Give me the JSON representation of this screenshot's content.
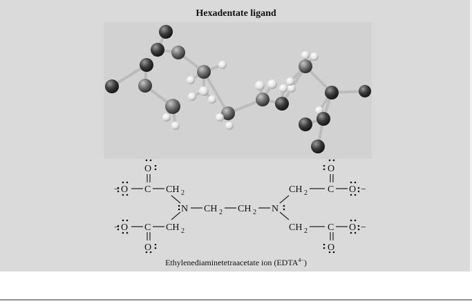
{
  "title": "Hexadentate ligand",
  "caption": {
    "text": "Ethylenediaminetetraacetate ion (EDTA",
    "charge": "4−",
    "close": ")"
  },
  "atoms": {
    "oxygen": "O",
    "carbon": "C",
    "nitrogen": "N",
    "ch": "CH",
    "sub_2": "2",
    "charge": "−"
  },
  "colors": {
    "background": "#dadada",
    "panel": "#d2d2d2",
    "atom_dark": "#3a3a3a",
    "atom_mid": "#666666",
    "atom_light": "#eeeeee",
    "bond": "#bcbcbc"
  }
}
